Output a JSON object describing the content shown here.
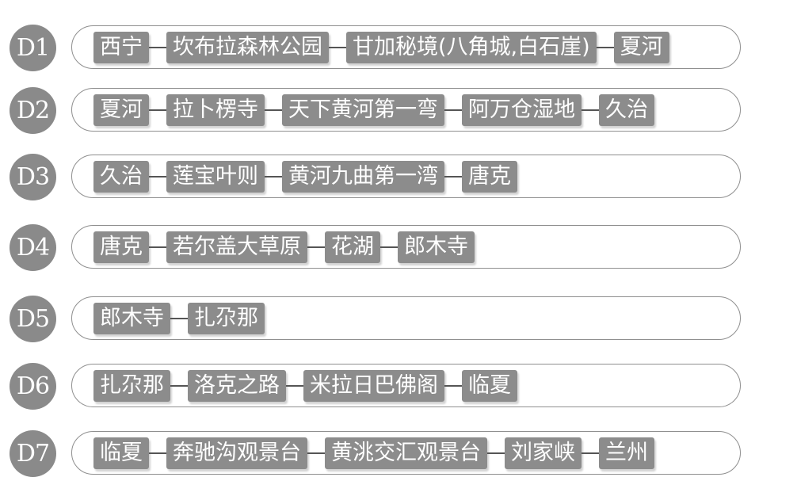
{
  "days": [
    {
      "label": "D1",
      "stops": [
        "西宁",
        "坎布拉森林公园",
        "甘加秘境(八角城,白石崖)",
        "夏河"
      ]
    },
    {
      "label": "D2",
      "stops": [
        "夏河",
        "拉卜楞寺",
        "天下黄河第一弯",
        "阿万仓湿地",
        "久治"
      ]
    },
    {
      "label": "D3",
      "stops": [
        "久治",
        "莲宝叶则",
        "黄河九曲第一湾",
        "唐克"
      ]
    },
    {
      "label": "D4",
      "stops": [
        "唐克",
        "若尔盖大草原",
        "花湖",
        "郎木寺"
      ]
    },
    {
      "label": "D5",
      "stops": [
        "郎木寺",
        "扎尕那"
      ]
    },
    {
      "label": "D6",
      "stops": [
        "扎尕那",
        "洛克之路",
        "米拉日巴佛阁",
        "临夏"
      ]
    },
    {
      "label": "D7",
      "stops": [
        "临夏",
        "奔驰沟观景台",
        "黄洮交汇观景台",
        "刘家峡",
        "兰州"
      ]
    }
  ],
  "colors": {
    "badge": "#8a8a8a",
    "stop": "#8c8c8c",
    "pill_border": "#8f8f8f",
    "connector": "#555555"
  }
}
